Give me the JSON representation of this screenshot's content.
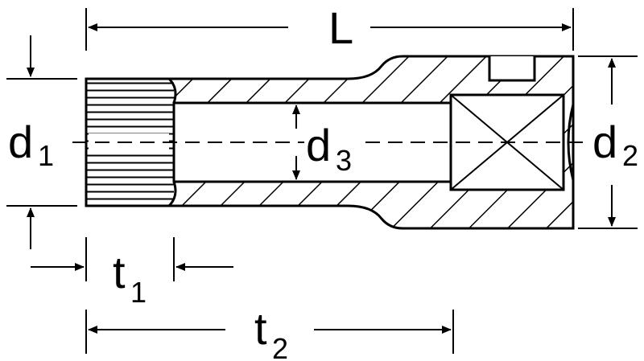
{
  "labels": {
    "L": "L",
    "d1": "d",
    "d1_sub": "1",
    "d2": "d",
    "d2_sub": "2",
    "d3": "d",
    "d3_sub": "3",
    "t1": "t",
    "t1_sub": "1",
    "t2": "t",
    "t2_sub": "2"
  }
}
